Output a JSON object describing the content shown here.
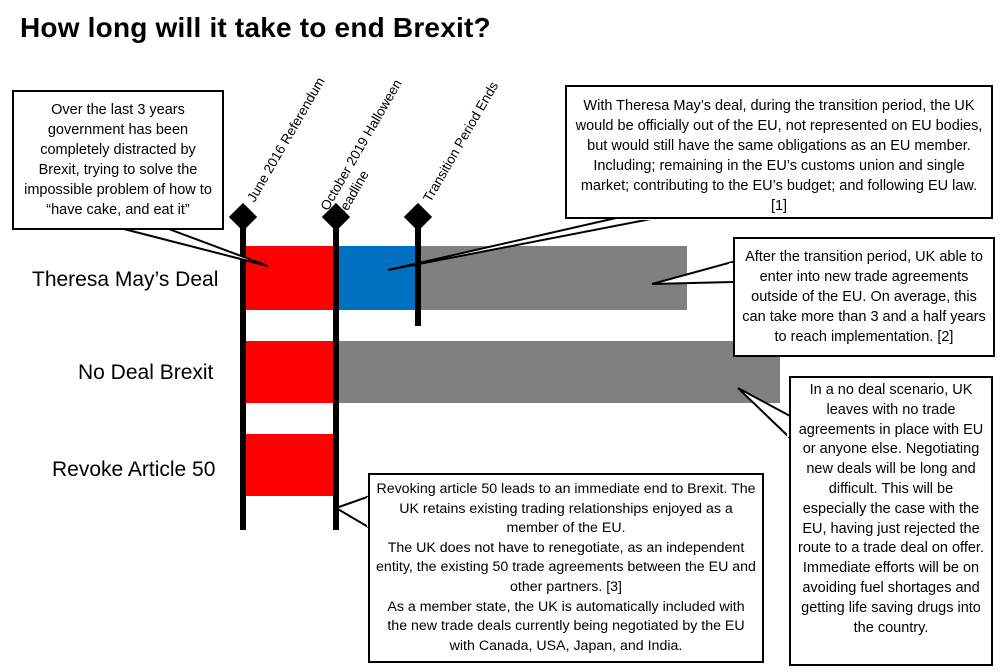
{
  "title": "How long will it take to end Brexit?",
  "colors": {
    "referendum_to_deadline": "#ff0000",
    "transition": "#0070c0",
    "trade_negotiation": "#808080",
    "markers": "#000000"
  },
  "milestones": [
    {
      "label": "June 2016 Referendum"
    },
    {
      "label": "October 2019 Halloween",
      "label2": "Deadline"
    },
    {
      "label": "Transition Period Ends"
    }
  ],
  "rows": [
    {
      "label": "Theresa May’s Deal"
    },
    {
      "label": "No Deal Brexit"
    },
    {
      "label": "Revoke Article 50"
    }
  ],
  "callouts": {
    "distracted": "Over the last 3 years government has been completely distracted by Brexit, trying to solve the impossible problem of how to “have cake, and eat it”",
    "may_deal": "With Theresa May’s deal, during the transition period, the UK would be officially out of the EU, not represented on EU bodies, but would still have the same obligations as an EU member. Including; remaining in the EU’s customs union and single market; contributing to the EU’s budget; and following EU law. [1]",
    "after_transition": "After the transition period, UK able to enter into new trade agreements outside of the EU. On average, this can take more than 3 and a half years to reach implementation. [2]",
    "no_deal": "In a no deal scenario, UK leaves with no trade agreements in place with EU or anyone else. Negotiating new deals will be long and difficult. This will be especially the case with the EU, having just rejected the route to a trade deal on offer. Immediate efforts will be on avoiding fuel shortages and getting life saving drugs into the country.",
    "revoke_p1": "Revoking article 50 leads to an immediate end to Brexit. The UK retains existing trading relationships enjoyed as a member of the EU.",
    "revoke_p2": "The UK does not have to renegotiate, as an independent entity, the existing 50 trade agreements between the EU and other partners. [3]",
    "revoke_p3": "As a member state, the UK is automatically included with the new trade deals currently being negotiated by the EU with Canada, USA, Japan, and India."
  }
}
